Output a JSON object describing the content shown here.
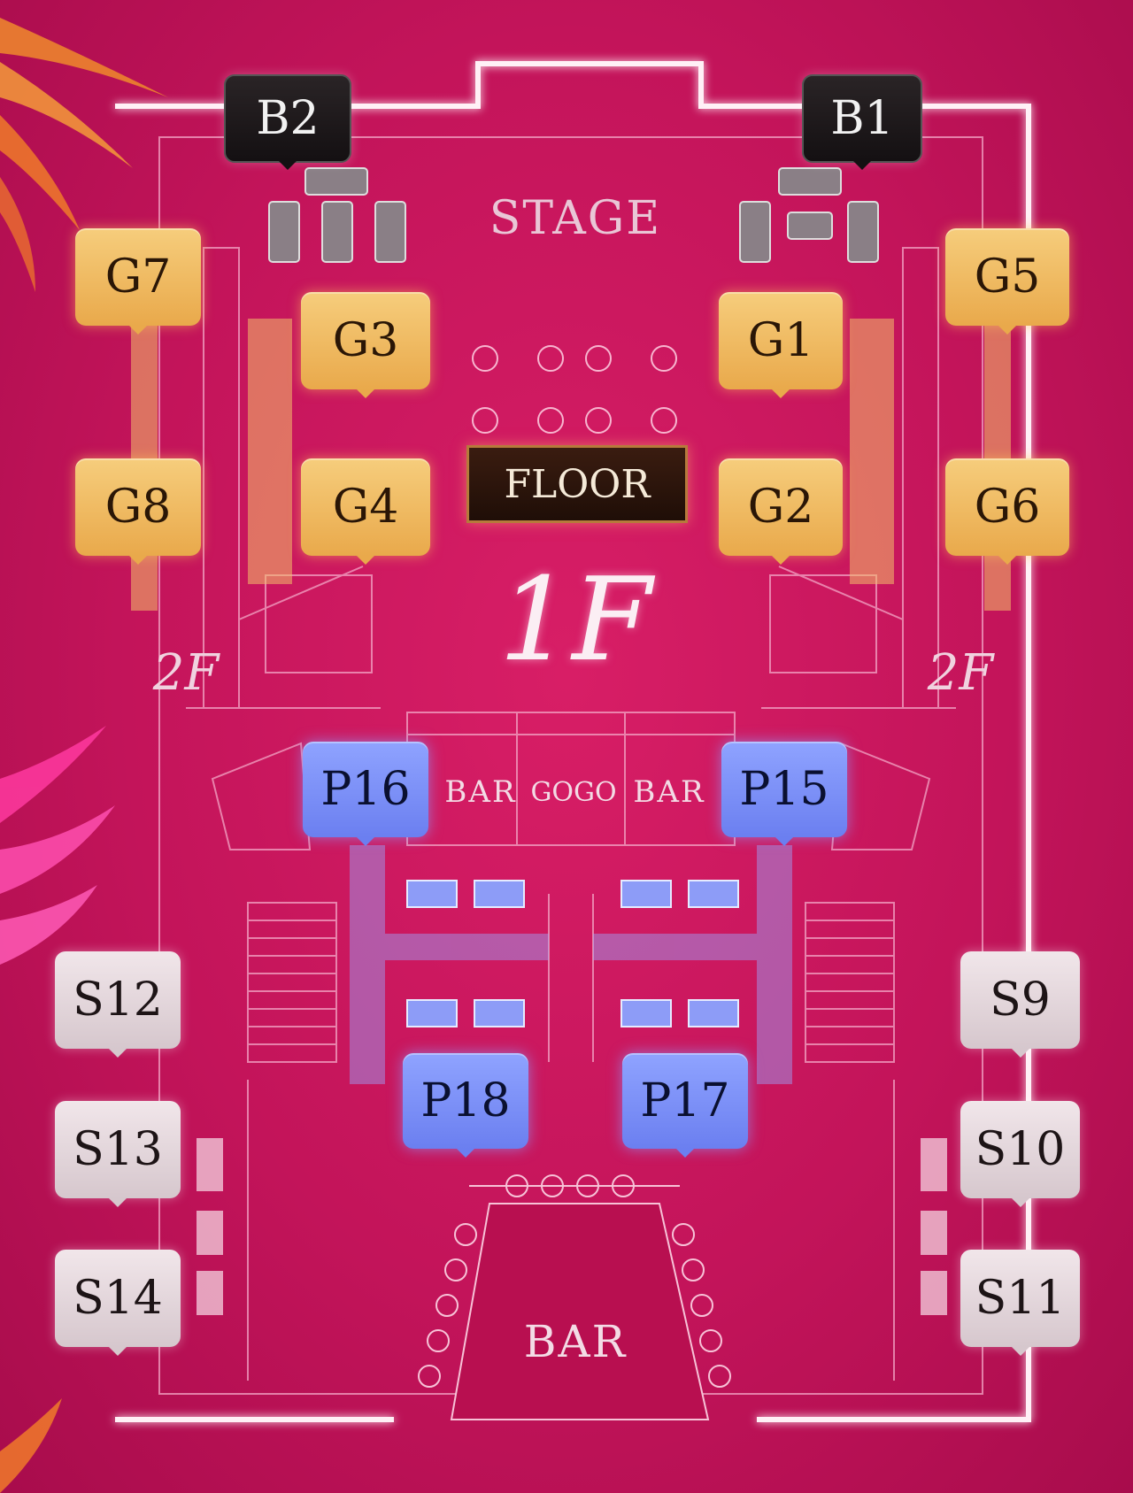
{
  "map": {
    "stage_label": "STAGE",
    "floor_label": "FLOOR",
    "level_label": "1F",
    "mezzanine_left": "2F",
    "mezzanine_right": "2F",
    "bar_left": "BAR",
    "gogo": "GOGO",
    "bar_right": "BAR",
    "main_bar": "BAR"
  },
  "legend": {
    "gold_zone": "#f0b860",
    "blue_zone": "#7b8df8",
    "silver_zone": "#e4d6dc",
    "black_zone": "#1c1618",
    "background": "#c8155c"
  },
  "tables": {
    "b2": "B2",
    "b1": "B1",
    "g7": "G7",
    "g5": "G5",
    "g3": "G3",
    "g1": "G1",
    "g8": "G8",
    "g4": "G4",
    "g2": "G2",
    "g6": "G6",
    "p16": "P16",
    "p15": "P15",
    "p18": "P18",
    "p17": "P17",
    "s12": "S12",
    "s9": "S9",
    "s13": "S13",
    "s10": "S10",
    "s14": "S14",
    "s11": "S11"
  }
}
